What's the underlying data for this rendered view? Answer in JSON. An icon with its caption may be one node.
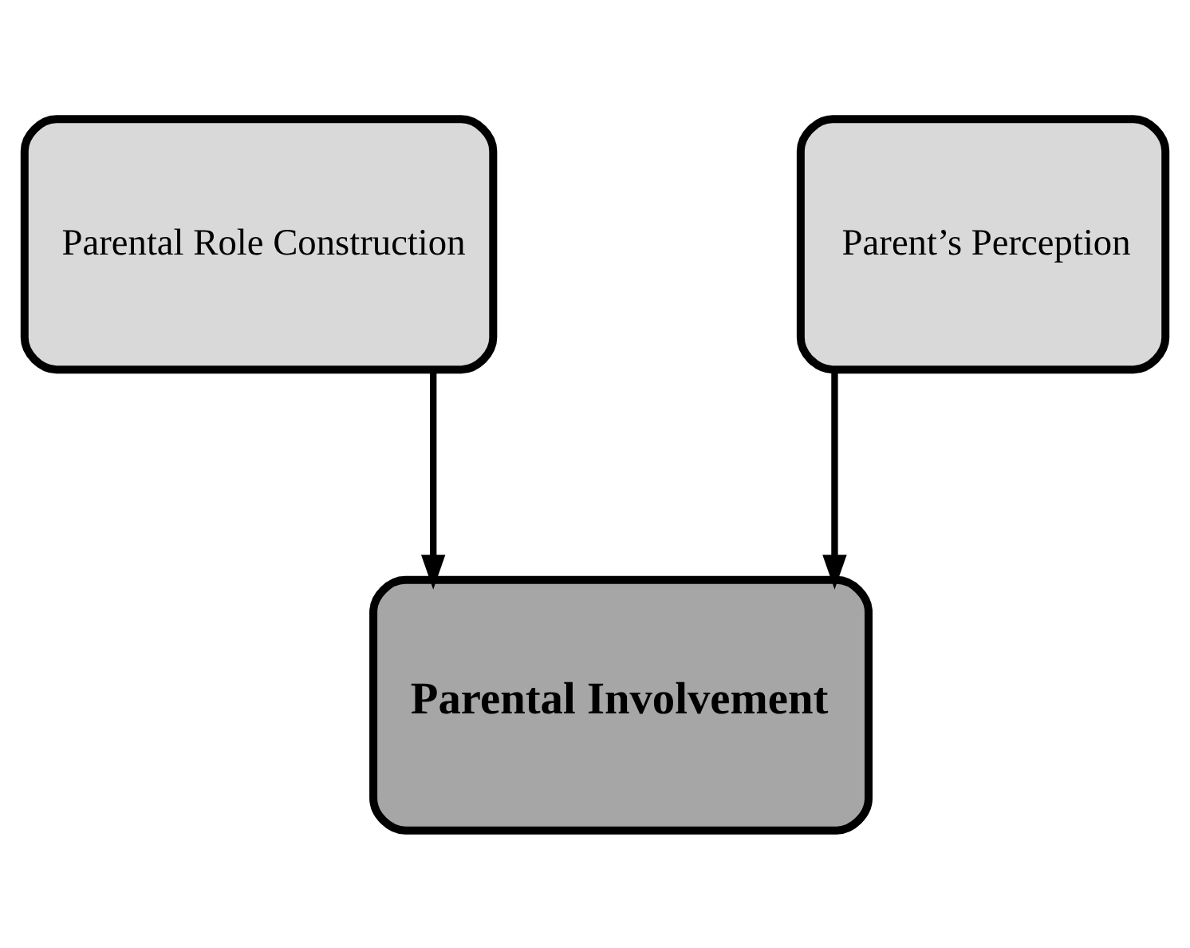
{
  "diagram": {
    "nodes": [
      {
        "text": [
          "Parental Role Construction"
        ]
      },
      {
        "text": [
          "Parent’s Perception"
        ]
      },
      {
        "text": [
          "Parental Involvement"
        ]
      }
    ],
    "edges": [
      {
        "from": 0,
        "to": 2,
        "arrow": "to"
      },
      {
        "from": 1,
        "to": 2,
        "arrow": "to"
      }
    ]
  }
}
